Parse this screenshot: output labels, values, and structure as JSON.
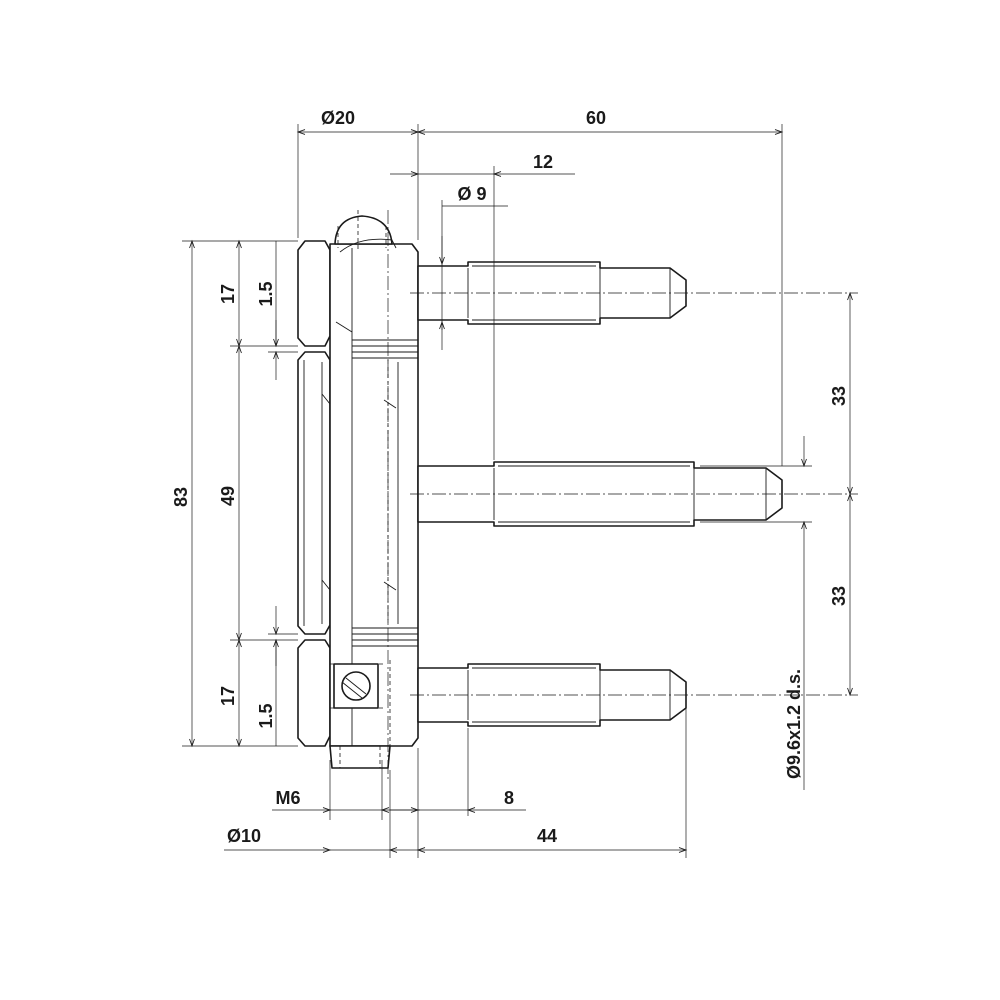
{
  "dimensions": {
    "dia20": "Ø20",
    "len60": "60",
    "len12": "12",
    "dia9": "Ø 9",
    "h17_top": "17",
    "h15_top": "1.5",
    "h83": "83",
    "h49": "49",
    "h17_bottom": "17",
    "h15_bottom": "1.5",
    "v33_top": "33",
    "v33_bottom": "33",
    "thread": "Ø9.6x1.2 d.s.",
    "m6": "M6",
    "len8": "8",
    "dia10": "Ø10",
    "len44": "44"
  }
}
